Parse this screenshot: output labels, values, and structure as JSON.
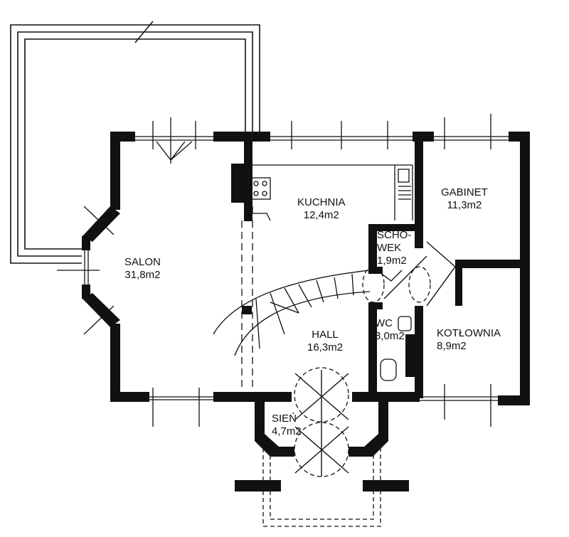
{
  "rooms": {
    "salon": {
      "name": "SALON",
      "area": "31,8m2"
    },
    "kuchnia": {
      "name": "KUCHNIA",
      "area": "12,4m2"
    },
    "gabinet": {
      "name": "GABINET",
      "area": "11,3m2"
    },
    "schowek": {
      "name1": "SCHO-",
      "name2": "WEK",
      "area": "1,9m2"
    },
    "wc": {
      "name": "WC",
      "area": "3,0m2"
    },
    "hall": {
      "name": "HALL",
      "area": "16,3m2"
    },
    "kotlownia": {
      "name": "KOTŁOWNIA",
      "area": "8,9m2"
    },
    "sien": {
      "name": "SIEŃ",
      "area": "4,7m2"
    }
  }
}
